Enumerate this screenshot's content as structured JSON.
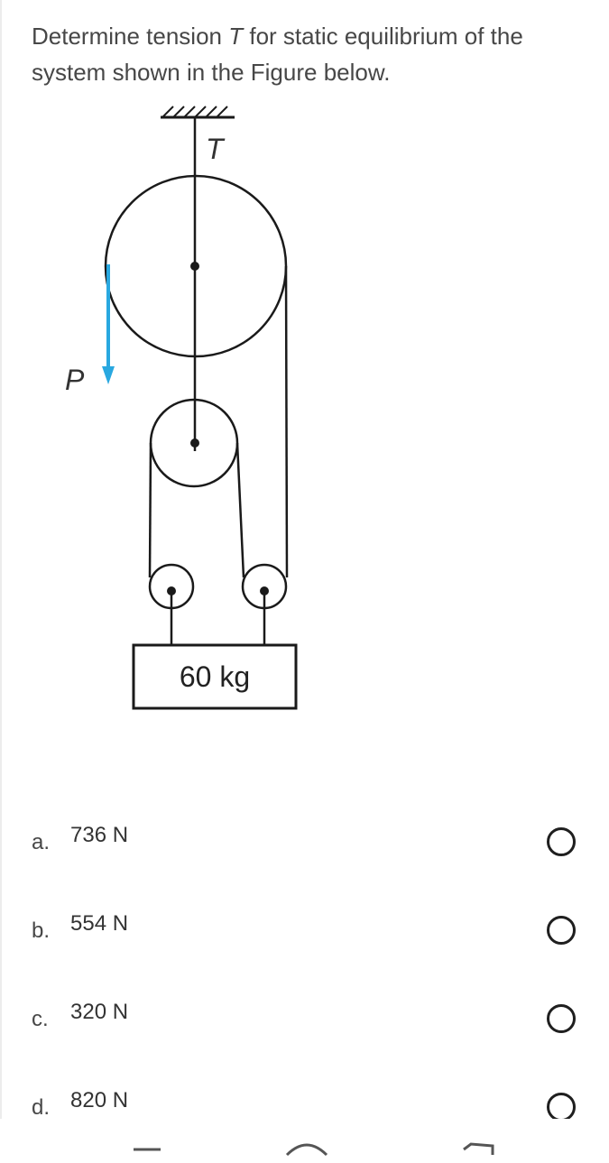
{
  "question": {
    "text_before": "Determine tension ",
    "variable": "T",
    "text_after": " for static equilibrium of the system shown in the Figure below."
  },
  "figure": {
    "tension_label": "T",
    "force_label": "P",
    "mass_label": "60 kg",
    "arrow_color": "#29a8e0"
  },
  "options": [
    {
      "letter": "a.",
      "text": "736 N"
    },
    {
      "letter": "b.",
      "text": "554 N"
    },
    {
      "letter": "c.",
      "text": "320 N"
    },
    {
      "letter": "d.",
      "text": "820 N"
    }
  ],
  "navbar": {
    "icons": [
      "recent-apps-icon",
      "home-icon",
      "back-icon"
    ]
  }
}
